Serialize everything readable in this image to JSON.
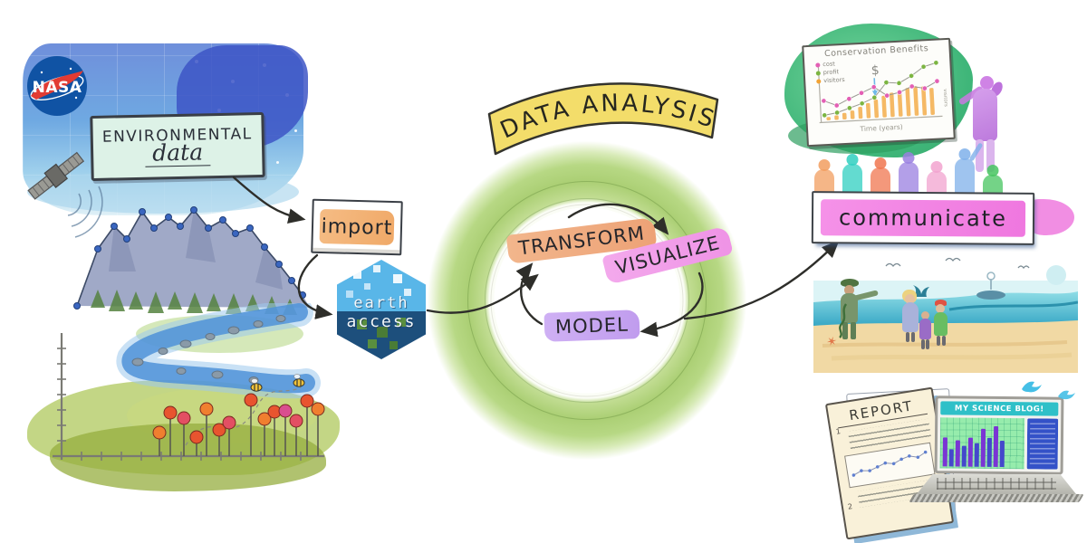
{
  "meta": {
    "alt": "Hand-drawn NASA environmental data analysis workflow illustration"
  },
  "nasa": {
    "label": "NASA"
  },
  "env_banner": {
    "line1": "ENVIRONMENTAL",
    "line2": "data"
  },
  "import_btn": {
    "label": "import"
  },
  "earthaccess": {
    "line1": "earth",
    "line2": "access"
  },
  "analysis": {
    "banner": "DATA ANALYSIS",
    "steps": {
      "transform": "TRANSFORM",
      "visualize": "VISUALIZE",
      "model": "MODEL"
    }
  },
  "communicate": {
    "label": "communicate"
  },
  "conservation_chart": {
    "type": "line+bar",
    "title": "Conservation Benefits",
    "xlabel": "Time (years)",
    "ylabel_right": "visitors",
    "annotation": "$",
    "ylim": [
      0,
      8
    ],
    "legend": [
      {
        "label": "cost",
        "color": "#e35fb4"
      },
      {
        "label": "profit",
        "color": "#7cb542"
      },
      {
        "label": "visitors",
        "color": "#f2a233"
      }
    ],
    "series": [
      {
        "name": "visitors",
        "type": "bar",
        "color": "#f2a233",
        "values": [
          0.5,
          0.7,
          1.0,
          1.3,
          1.8,
          2.3,
          2.8,
          3.3,
          3.7,
          4.0,
          4.3,
          4.5,
          4.4,
          4.1
        ]
      },
      {
        "name": "cost",
        "type": "line",
        "color": "#e35fb4",
        "values": [
          3.0,
          2.2,
          3.1,
          3.9,
          4.7,
          3.3,
          3.7,
          4.5,
          4.1,
          5.1
        ]
      },
      {
        "name": "profit",
        "type": "line",
        "color": "#7cb542",
        "values": [
          0.8,
          1.1,
          1.7,
          2.3,
          3.1,
          5.3,
          5.1,
          6.1,
          7.4,
          7.9
        ]
      }
    ]
  },
  "audience": {
    "colors": [
      "#f29e5f",
      "#2fcfc0",
      "#f0764f",
      "#9a7fe0",
      "#f2a3cf",
      "#7fb0ea",
      "#45c45f"
    ],
    "heights": [
      50,
      56,
      52,
      58,
      48,
      62,
      44
    ]
  },
  "report": {
    "title": "REPORT",
    "item1": "1",
    "item2": "2",
    "chart_values": [
      2.0,
      3.0,
      2.6,
      3.4,
      4.2,
      3.6,
      4.6,
      5.2,
      4.4,
      5.6
    ]
  },
  "blog": {
    "title": "MY SCIENCE BLOG!",
    "bar_values": [
      5,
      3,
      4.5,
      3.5,
      5,
      4,
      6.5,
      5,
      7,
      4.5
    ]
  }
}
